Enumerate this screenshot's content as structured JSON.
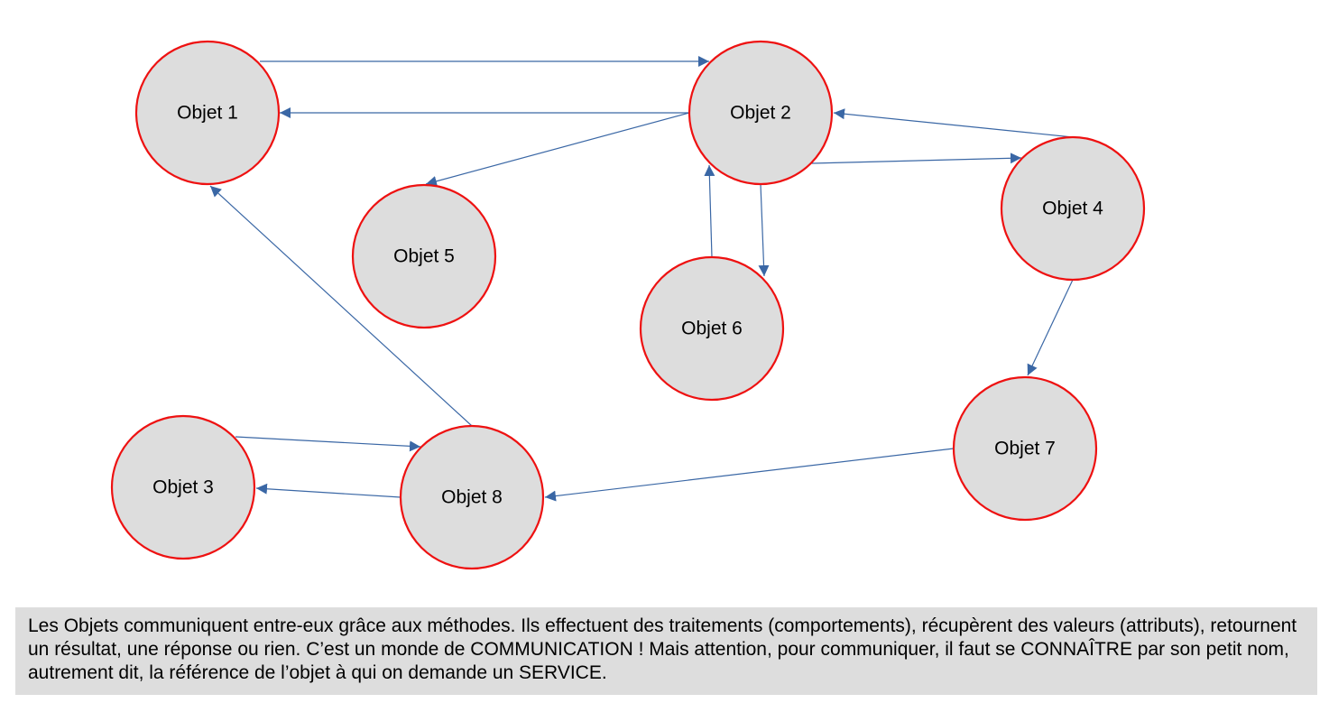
{
  "nodes": [
    {
      "id": "objet-1",
      "label": "Objet 1"
    },
    {
      "id": "objet-2",
      "label": "Objet 2"
    },
    {
      "id": "objet-3",
      "label": "Objet 3"
    },
    {
      "id": "objet-4",
      "label": "Objet 4"
    },
    {
      "id": "objet-5",
      "label": "Objet 5"
    },
    {
      "id": "objet-6",
      "label": "Objet 6"
    },
    {
      "id": "objet-7",
      "label": "Objet 7"
    },
    {
      "id": "objet-8",
      "label": "Objet 8"
    }
  ],
  "edges": [
    {
      "from": "objet-1",
      "to": "objet-2"
    },
    {
      "from": "objet-2",
      "to": "objet-1"
    },
    {
      "from": "objet-2",
      "to": "objet-5"
    },
    {
      "from": "objet-2",
      "to": "objet-4"
    },
    {
      "from": "objet-4",
      "to": "objet-2"
    },
    {
      "from": "objet-2",
      "to": "objet-6"
    },
    {
      "from": "objet-6",
      "to": "objet-2"
    },
    {
      "from": "objet-4",
      "to": "objet-7"
    },
    {
      "from": "objet-7",
      "to": "objet-8"
    },
    {
      "from": "objet-8",
      "to": "objet-1"
    },
    {
      "from": "objet-3",
      "to": "objet-8"
    },
    {
      "from": "objet-8",
      "to": "objet-3"
    }
  ],
  "colors": {
    "node_fill": "#dddddd",
    "node_stroke": "#ee1111",
    "edge": "#3a67a5",
    "caption_background": "#dddddd"
  },
  "caption": {
    "text": "Les Objets communiquent entre-eux grâce aux méthodes. Ils effectuent des traitements (comportements), récupèrent des valeurs (attributs), retournent un résultat, une réponse ou rien. C’est un monde de COMMUNICATION ! Mais attention, pour communiquer, il faut se CONNAÎTRE par son petit nom, autrement dit, la référence de l’objet à qui on demande un SERVICE."
  }
}
